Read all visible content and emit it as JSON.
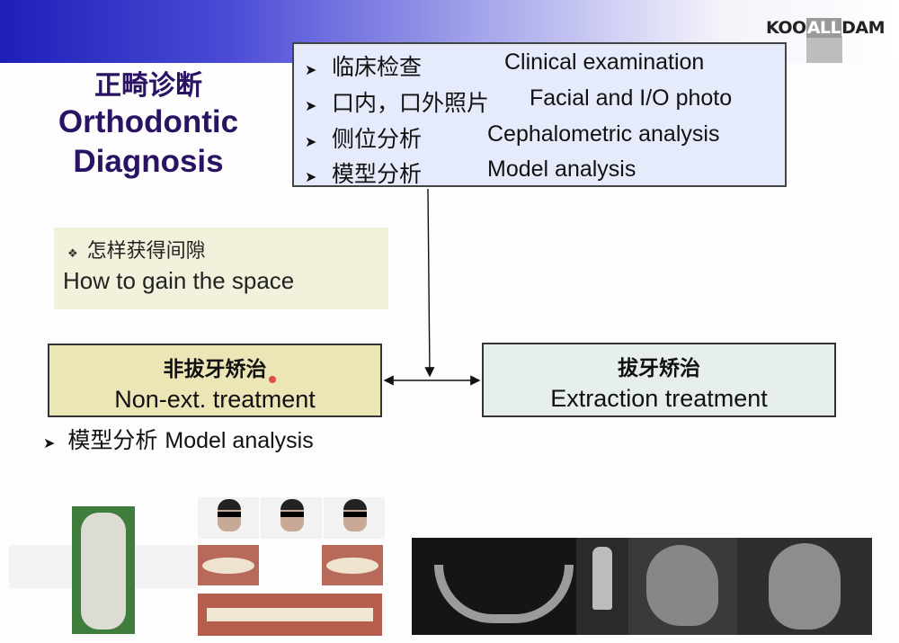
{
  "header": {
    "logo_left": "KOO",
    "logo_mid": "ALL",
    "logo_right": "DAM"
  },
  "title": {
    "zh": "正畸诊断",
    "en_line1": "Orthodontic",
    "en_line2": "Diagnosis"
  },
  "examinations": [
    {
      "zh": "临床检查",
      "en": "Clinical examination"
    },
    {
      "zh": "口内，口外照片",
      "en": "Facial and I/O photo"
    },
    {
      "zh": "侧位分析",
      "en": "Cephalometric analysis"
    },
    {
      "zh": "模型分析",
      "en": "Model analysis"
    }
  ],
  "space": {
    "zh": "怎样获得间隙",
    "en": "How to gain the space"
  },
  "non_extraction": {
    "zh": "非拔牙矫治",
    "en": "Non-ext. treatment"
  },
  "extraction": {
    "zh": "拔牙矫治",
    "en": "Extraction treatment"
  },
  "model_note": {
    "zh": "模型分析",
    "en": "Model analysis"
  },
  "icons": {
    "bullet": "arrowhead-bullet-icon",
    "diamond": "diamond-bullet-icon"
  },
  "colors": {
    "title": "#2b1364",
    "exam_bg": "#e6ebfb",
    "space_bg": "#f2f1dc",
    "nonext_bg": "#ece6b6",
    "ext_bg": "#e6eeee"
  }
}
